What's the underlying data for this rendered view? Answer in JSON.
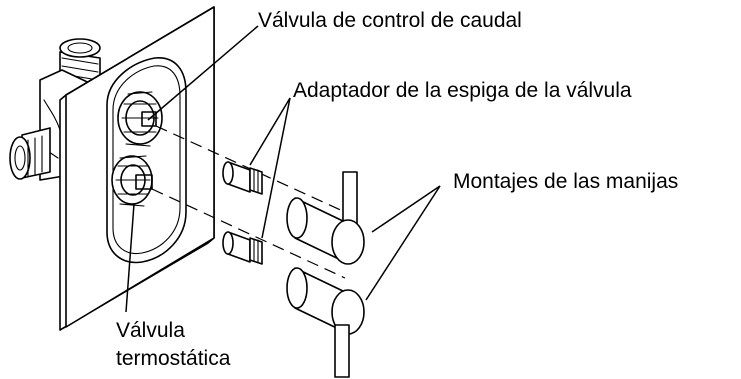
{
  "diagram": {
    "labels": {
      "flow_control_valve": "Válvula de control de caudal",
      "valve_stem_adapter": "Adaptador de la espiga de la válvula",
      "handle_assemblies": "Montajes de las manijas",
      "thermostatic_valve_line1": "Válvula",
      "thermostatic_valve_line2": "termostática"
    },
    "colors": {
      "line": "#000000",
      "background": "#ffffff"
    }
  }
}
